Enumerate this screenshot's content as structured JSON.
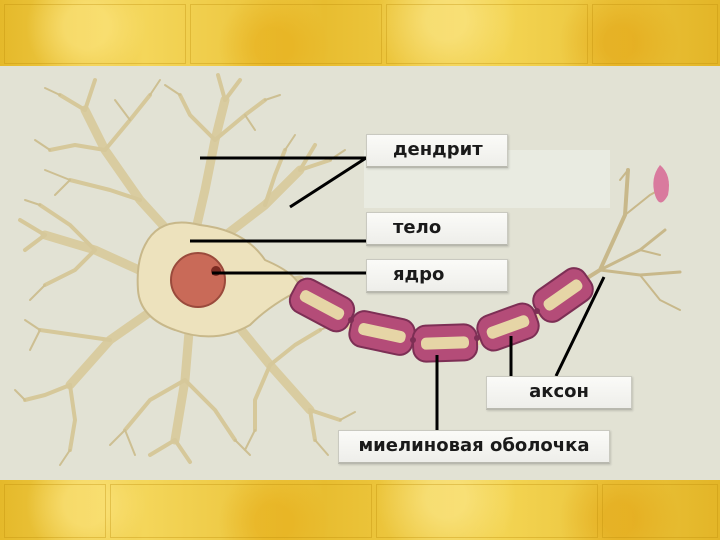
{
  "labels": {
    "dendrite": "дендрит",
    "body": "тело",
    "nucleus": "ядро",
    "axon": "аксон",
    "myelin": "миелиновая оболочка"
  },
  "colors": {
    "frame": "#e9c535",
    "panel": "#e2e2d4",
    "cell_body": "#ede2bd",
    "cell_outline": "#c8b88a",
    "nucleus": "#c96a58",
    "myelin": "#b44c78",
    "myelin_inner": "#d9bfc4",
    "leader_line": "#000000"
  }
}
